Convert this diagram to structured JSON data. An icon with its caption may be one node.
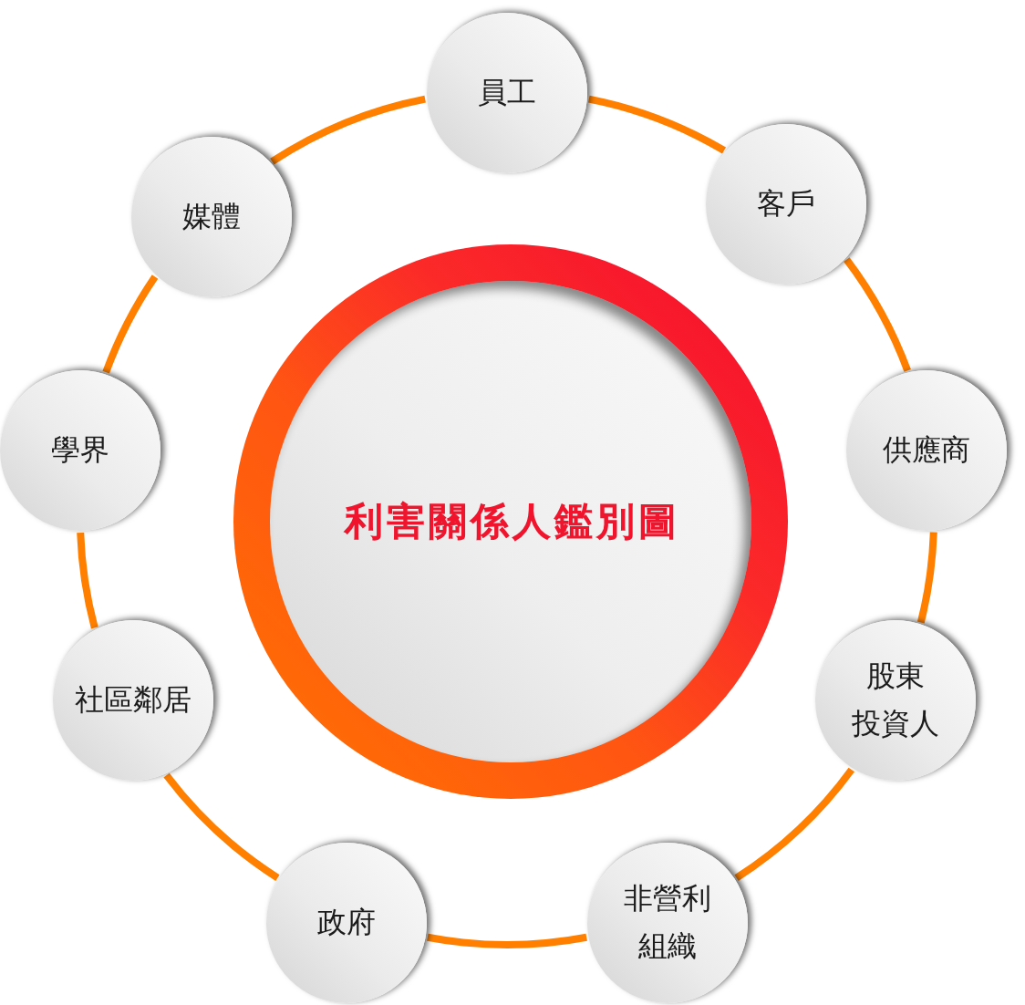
{
  "diagram": {
    "nodes": [
      {
        "text": [
          "利害關係人鑑別圖"
        ]
      },
      {
        "text": [
          "員工"
        ]
      },
      {
        "text": [
          "客戶"
        ]
      },
      {
        "text": [
          "供應商"
        ]
      },
      {
        "text": [
          "股東投資人"
        ]
      },
      {
        "text": [
          "非營利組織"
        ]
      },
      {
        "text": [
          "政府"
        ]
      },
      {
        "text": [
          "社區鄰居"
        ]
      },
      {
        "text": [
          "學界"
        ]
      },
      {
        "text": [
          "媒體"
        ]
      }
    ],
    "edges": [
      {
        "from": 1,
        "to": 2,
        "arrow": "none"
      },
      {
        "from": 2,
        "to": 3,
        "arrow": "none"
      },
      {
        "from": 3,
        "to": 4,
        "arrow": "none"
      },
      {
        "from": 4,
        "to": 5,
        "arrow": "none"
      },
      {
        "from": 5,
        "to": 6,
        "arrow": "none"
      },
      {
        "from": 6,
        "to": 7,
        "arrow": "none"
      },
      {
        "from": 7,
        "to": 8,
        "arrow": "none"
      },
      {
        "from": 8,
        "to": 9,
        "arrow": "none"
      },
      {
        "from": 9,
        "to": 1,
        "arrow": "none"
      }
    ]
  }
}
